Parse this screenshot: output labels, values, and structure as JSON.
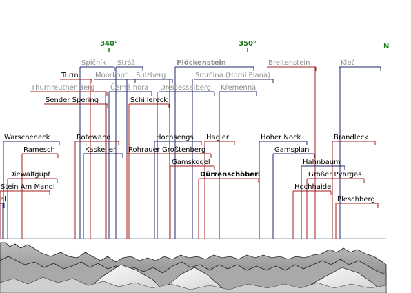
{
  "colors": {
    "bearing": "#1a7a1a",
    "near_line": "#a02020",
    "far_line": "#1f2a6a",
    "label_dark": "#000000",
    "label_faded": "#909090",
    "horizon": "#9aa3b8",
    "mountain_dark": "#8a8a8a",
    "mountain_light": "#f2f2f2",
    "mountain_ridge": "#1e1e1e"
  },
  "bearings": [
    {
      "text": "340°"
    },
    {
      "text": "350°"
    },
    {
      "text": "N"
    }
  ],
  "peaks": [
    {
      "name": "Spičník",
      "faded": true
    },
    {
      "name": "Stráž",
      "faded": true
    },
    {
      "name": "Plöckenstein",
      "faded": true,
      "bold": true
    },
    {
      "name": "Breitenstein",
      "faded": true
    },
    {
      "name": "Kleť",
      "faded": true
    },
    {
      "name": "Turm"
    },
    {
      "name": "Moorkopf",
      "faded": true
    },
    {
      "name": "Sulzberg",
      "faded": true
    },
    {
      "name": "Smrčina (Horní Planá)",
      "faded": true
    },
    {
      "name": "Thurnreuther Berg",
      "faded": true
    },
    {
      "name": "Černá hora",
      "faded": true
    },
    {
      "name": "Dreisesselberg",
      "faded": true
    },
    {
      "name": "Křemenná",
      "faded": true
    },
    {
      "name": "Sender Spering"
    },
    {
      "name": "Schillereck"
    },
    {
      "name": "Warscheneck"
    },
    {
      "name": "Rotewand"
    },
    {
      "name": "Hochsengs"
    },
    {
      "name": "Hagler"
    },
    {
      "name": "Hoher Nock"
    },
    {
      "name": "Brandleck"
    },
    {
      "name": "Ramesch"
    },
    {
      "name": "Kaskeller"
    },
    {
      "name": "Rohrauer Großtenberg"
    },
    {
      "name": "Gamsplan"
    },
    {
      "name": "Gamskogel"
    },
    {
      "name": "Hahnbaum"
    },
    {
      "name": "Diewalfgupf"
    },
    {
      "name": "Dürrenschöberl",
      "bold": true
    },
    {
      "name": "Großer Pyhrgas"
    },
    {
      "name": "Stein Am Mandl"
    },
    {
      "name": "Hochhaide"
    },
    {
      "name": "el"
    },
    {
      "name": "Pleschberg"
    }
  ]
}
